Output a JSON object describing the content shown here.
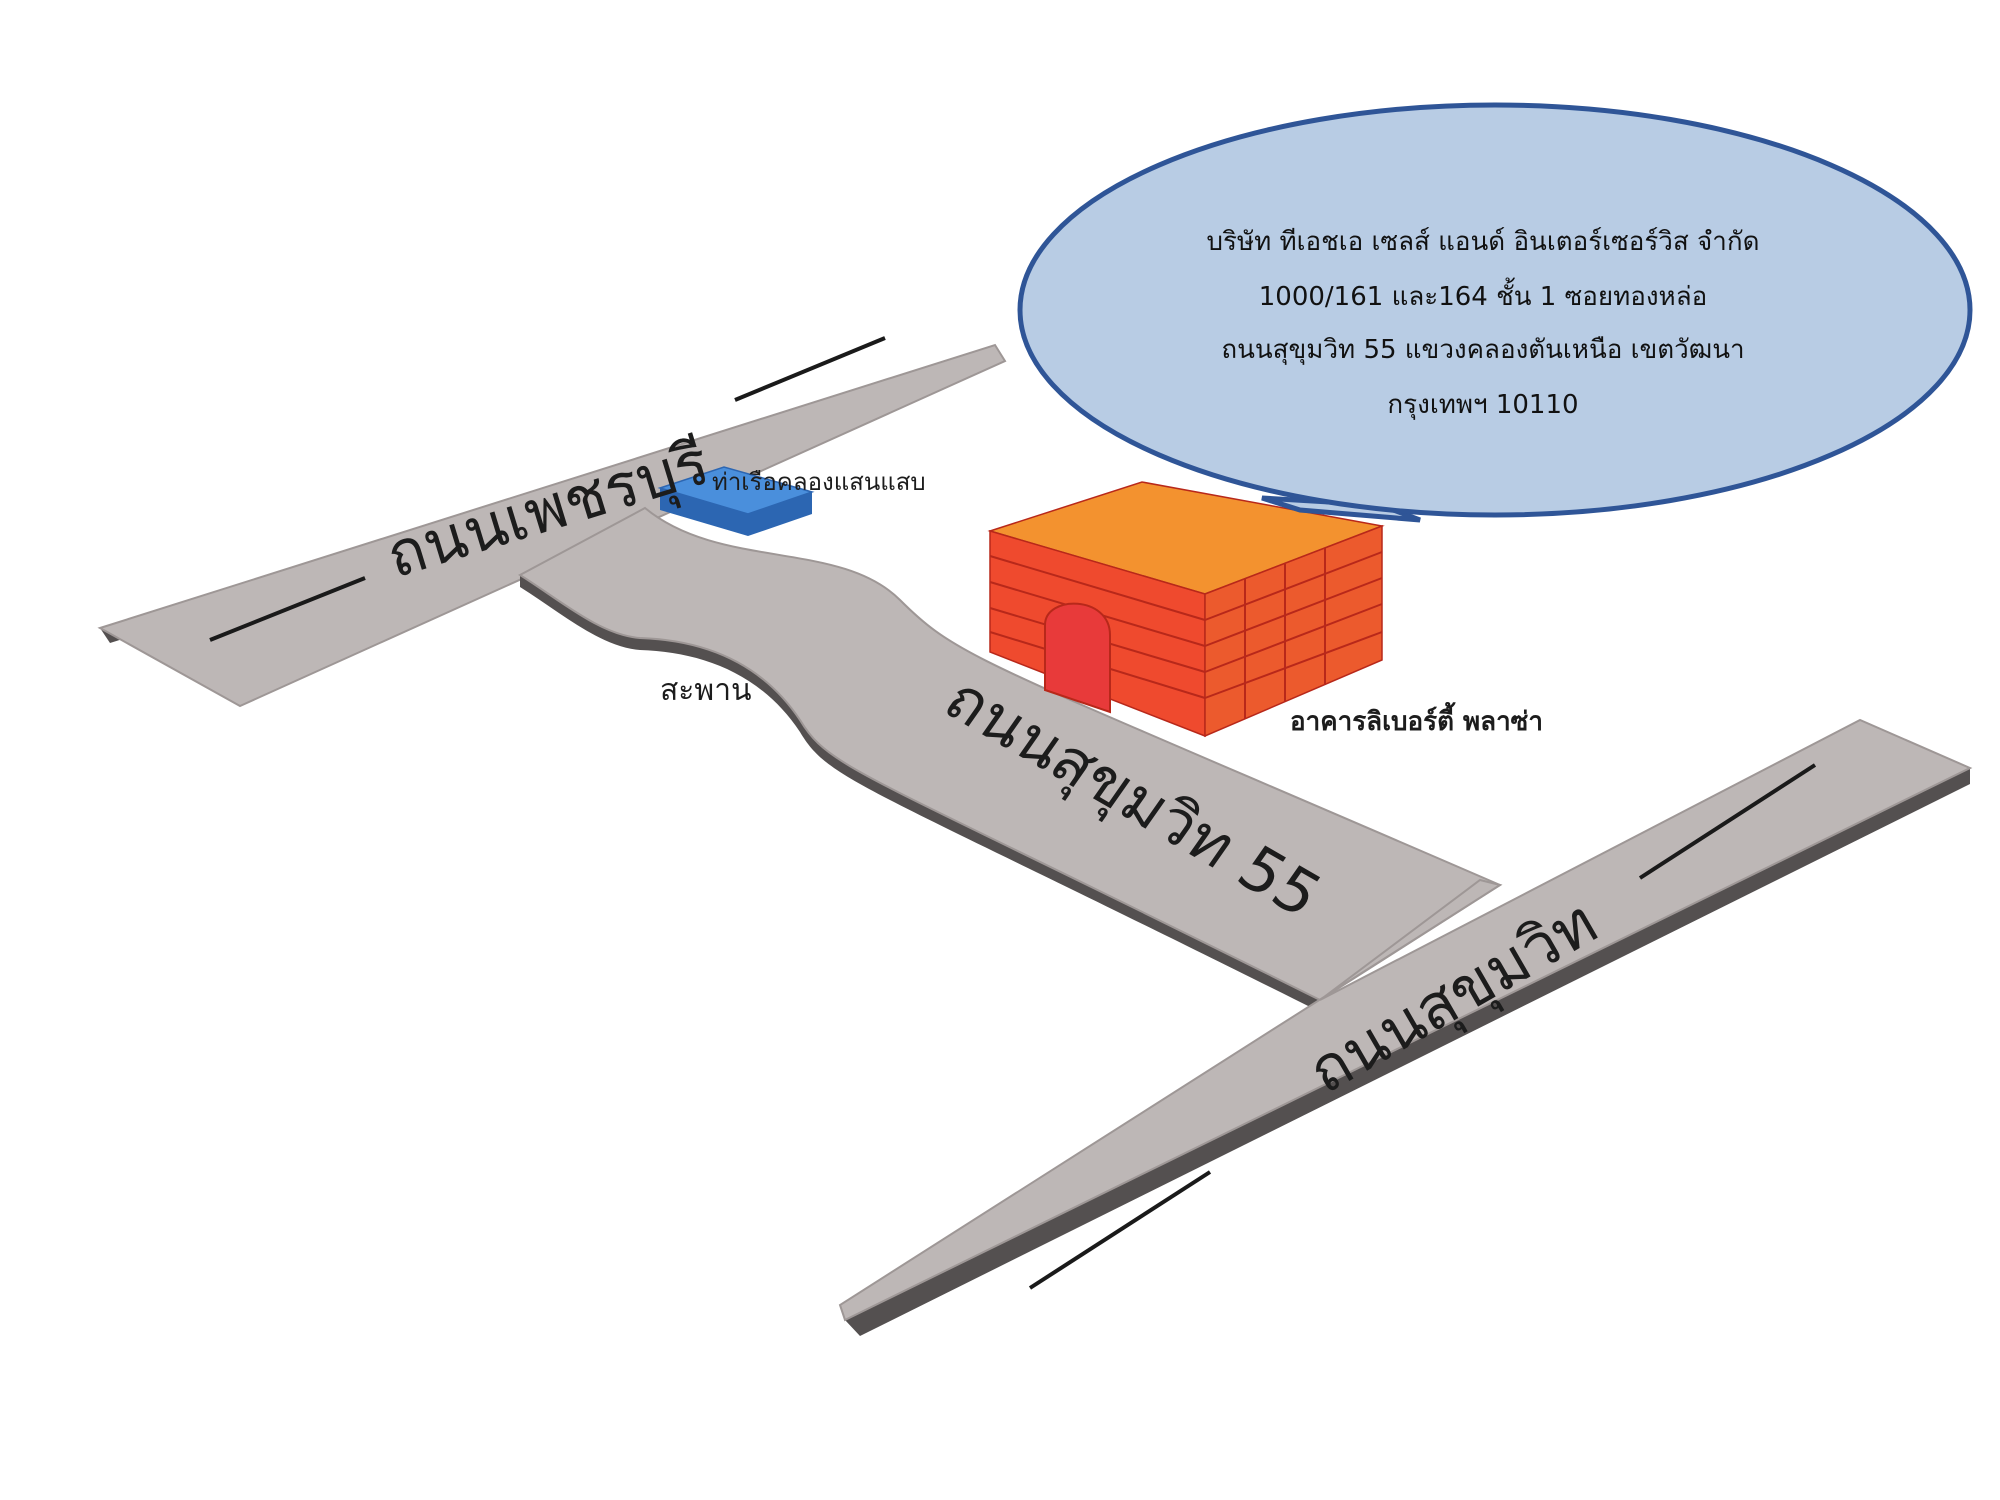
{
  "colors": {
    "road_top": "#bdb7b6",
    "road_side": "#545050",
    "road_outline": "#9e9796",
    "pier_top": "#4a8fdc",
    "pier_side": "#2c66b2",
    "building_roof": "#f3922f",
    "building_front": "#ef4a2e",
    "building_right": "#ec5a2d",
    "building_grid": "#b8281a",
    "arch": "#e83a3a",
    "callout_fill": "#b8cce4",
    "callout_stroke": "#2f5597"
  },
  "icons": {
    "pier": "boat-pier-icon",
    "building": "building-icon",
    "callout": "speech-bubble-icon"
  },
  "labels": {
    "road_phetchaburi": "ถนนเพชรบุรี",
    "road_sukhumvit55": "ถนนสุขุมวิท 55",
    "road_sukhumvit": "ถนนสุขุมวิท",
    "pier": "ท่าเรือคลองแสนแสบ",
    "bridge": "สะพาน",
    "building": "อาคารลิเบอร์ตี้ พลาซ่า"
  },
  "callout": {
    "line1": "บริษัท  ทีเอชเอ เซลส์ แอนด์ อินเตอร์เซอร์วิส จำกัด",
    "line2": "1000/161 และ164  ชั้น 1 ซอยทองหล่อ",
    "line3": "ถนนสุขุมวิท 55 แขวงคลองตันเหนือ เขตวัฒนา",
    "line4": "กรุงเทพฯ  10110"
  }
}
